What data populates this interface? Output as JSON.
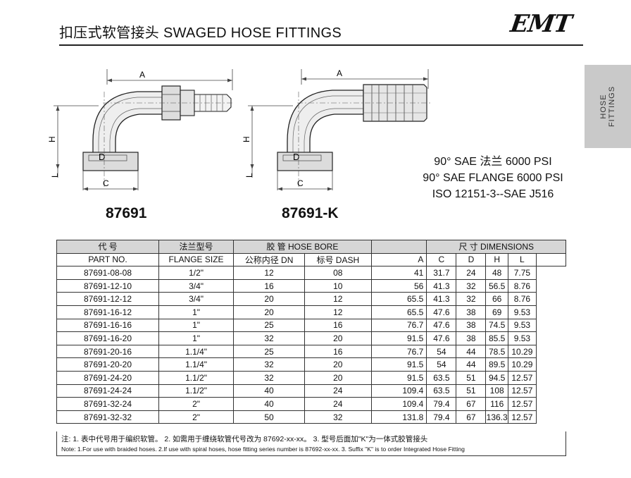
{
  "header": {
    "title": "扣压式软管接头 SWAGED HOSE FITTINGS",
    "logo": "EMT"
  },
  "side_tab": {
    "line1": "HOSE",
    "line2": "FITTINGS"
  },
  "drawings": [
    {
      "model": "87691",
      "dim_a": "A",
      "dim_h": "H",
      "dim_d": "D",
      "dim_l": "L",
      "dim_c": "C"
    },
    {
      "model": "87691-K",
      "dim_a": "A",
      "dim_h": "H",
      "dim_d": "D",
      "dim_l": "L",
      "dim_c": "C"
    }
  ],
  "spec": {
    "line1": "90° SAE 法兰 6000 PSI",
    "line2": "90° SAE FLANGE 6000 PSI",
    "line3": "ISO 12151-3--SAE J516"
  },
  "table": {
    "head1": {
      "part": "代 号",
      "flange": "法兰型号",
      "hose_bore": "胶 管 HOSE BORE",
      "dims": "尺 寸 DIMENSIONS"
    },
    "head2": {
      "part": "PART NO.",
      "flange": "FLANGE SIZE",
      "dn": "公称内径 DN",
      "dash": "标号 DASH",
      "a": "A",
      "c": "C",
      "d": "D",
      "h": "H",
      "l": "L"
    },
    "rows": [
      {
        "part": "87691-08-08",
        "flange": "1/2\"",
        "dn": "12",
        "dash": "08",
        "a": "41",
        "c": "31.7",
        "d": "24",
        "h": "48",
        "l": "7.75"
      },
      {
        "part": "87691-12-10",
        "flange": "3/4\"",
        "dn": "16",
        "dash": "10",
        "a": "56",
        "c": "41.3",
        "d": "32",
        "h": "56.5",
        "l": "8.76"
      },
      {
        "part": "87691-12-12",
        "flange": "3/4\"",
        "dn": "20",
        "dash": "12",
        "a": "65.5",
        "c": "41.3",
        "d": "32",
        "h": "66",
        "l": "8.76"
      },
      {
        "part": "87691-16-12",
        "flange": "1\"",
        "dn": "20",
        "dash": "12",
        "a": "65.5",
        "c": "47.6",
        "d": "38",
        "h": "69",
        "l": "9.53"
      },
      {
        "part": "87691-16-16",
        "flange": "1\"",
        "dn": "25",
        "dash": "16",
        "a": "76.7",
        "c": "47.6",
        "d": "38",
        "h": "74.5",
        "l": "9.53"
      },
      {
        "part": "87691-16-20",
        "flange": "1\"",
        "dn": "32",
        "dash": "20",
        "a": "91.5",
        "c": "47.6",
        "d": "38",
        "h": "85.5",
        "l": "9.53"
      },
      {
        "part": "87691-20-16",
        "flange": "1.1/4\"",
        "dn": "25",
        "dash": "16",
        "a": "76.7",
        "c": "54",
        "d": "44",
        "h": "78.5",
        "l": "10.29"
      },
      {
        "part": "87691-20-20",
        "flange": "1.1/4\"",
        "dn": "32",
        "dash": "20",
        "a": "91.5",
        "c": "54",
        "d": "44",
        "h": "89.5",
        "l": "10.29"
      },
      {
        "part": "87691-24-20",
        "flange": "1.1/2\"",
        "dn": "32",
        "dash": "20",
        "a": "91.5",
        "c": "63.5",
        "d": "51",
        "h": "94.5",
        "l": "12.57"
      },
      {
        "part": "87691-24-24",
        "flange": "1.1/2\"",
        "dn": "40",
        "dash": "24",
        "a": "109.4",
        "c": "63.5",
        "d": "51",
        "h": "108",
        "l": "12.57"
      },
      {
        "part": "87691-32-24",
        "flange": "2\"",
        "dn": "40",
        "dash": "24",
        "a": "109.4",
        "c": "79.4",
        "d": "67",
        "h": "116",
        "l": "12.57"
      },
      {
        "part": "87691-32-32",
        "flange": "2\"",
        "dn": "50",
        "dash": "32",
        "a": "131.8",
        "c": "79.4",
        "d": "67",
        "h": "136.3",
        "l": "12.57"
      }
    ]
  },
  "notes": {
    "cn": "注: 1. 表中代号用于编织软管。        2. 如需用于缠绕软管代号改为 87692-xx-xx。  3. 型号后面加\"K\"为一体式胶管接头",
    "en": "Note: 1.For use with braided hoses.    2.If use with spiral hoses, hose fitting series number is 87692-xx-xx.   3. Suffix \"K\" is to order Integrated Hose Fitting"
  },
  "colors": {
    "header_fill": "#d6d6d6",
    "side_tab": "#c9c9c9"
  }
}
